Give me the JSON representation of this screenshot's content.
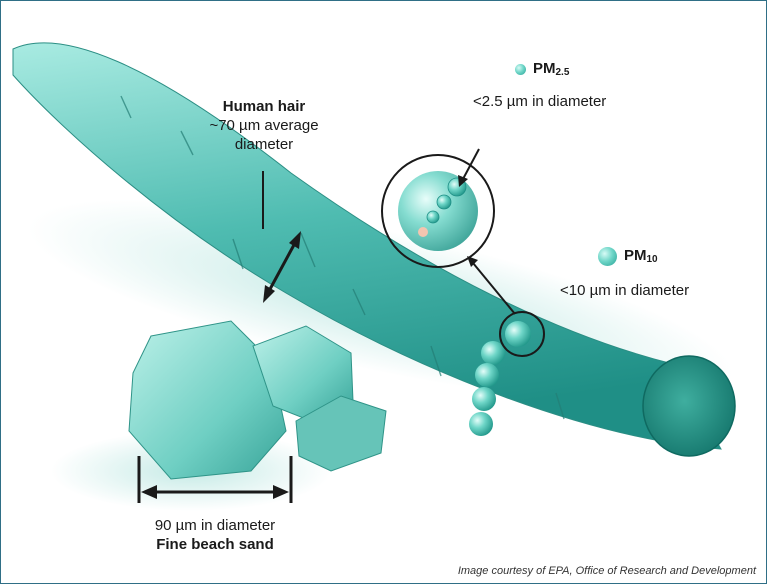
{
  "hair": {
    "title": "Human hair",
    "line1": "~70 µm average",
    "line2": "diameter"
  },
  "pm25": {
    "name": "PM",
    "subscript": "2.5",
    "desc": "<2.5 µm in diameter"
  },
  "pm10": {
    "name": "PM",
    "subscript": "10",
    "desc": "<10 µm in diameter"
  },
  "sand": {
    "desc": "90 µm in diameter",
    "title": "Fine beach sand"
  },
  "credit": "Image courtesy of EPA, Office of Research and Development",
  "colors": {
    "particle": "#5cc9bb",
    "hair": "#4ab7ad",
    "border": "#2f6f86"
  }
}
